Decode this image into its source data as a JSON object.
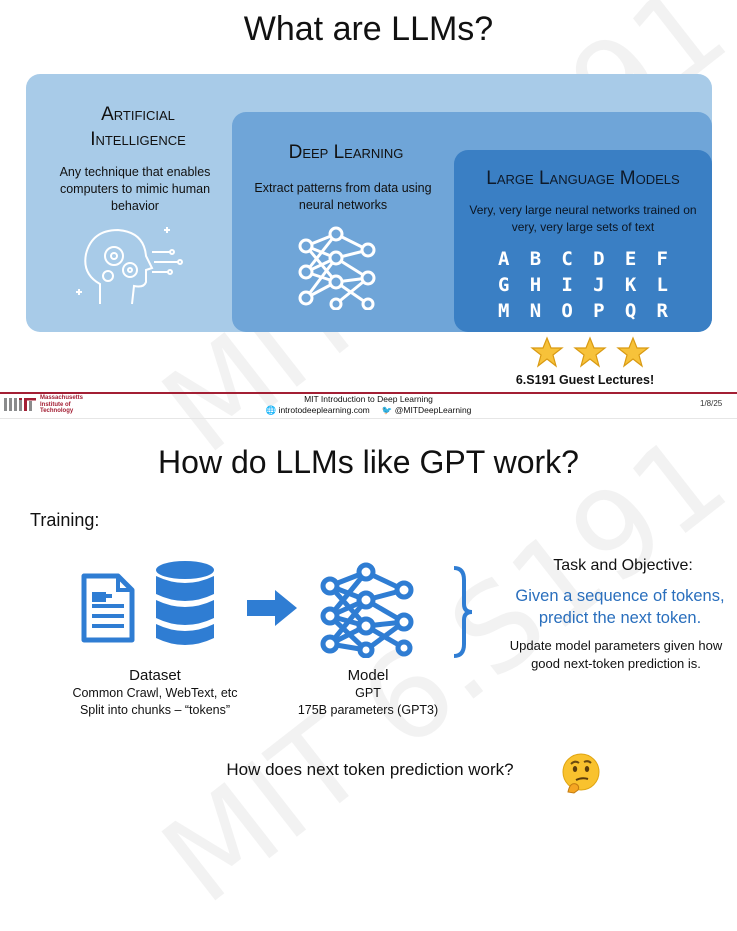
{
  "slide1": {
    "title": "What are LLMs?",
    "ai": {
      "title_line1": "Artificial",
      "title_line2": "Intelligence",
      "description": "Any technique that enables computers to mimic human behavior"
    },
    "dl": {
      "title": "Deep Learning",
      "description": "Extract patterns from data using neural networks"
    },
    "llm": {
      "title": "Large Language Models",
      "description": "Very, very large neural networks trained on very, very large sets of text",
      "letters": [
        [
          "A",
          "B",
          "C",
          "D",
          "E",
          "F"
        ],
        [
          "G",
          "H",
          "I",
          "J",
          "K",
          "L"
        ],
        [
          "M",
          "N",
          "O",
          "P",
          "Q",
          "R"
        ]
      ]
    },
    "guest": "6.S191 Guest Lectures!",
    "footer": {
      "inst_line1": "Massachusetts",
      "inst_line2": "Institute of",
      "inst_line3": "Technology",
      "course": "MIT Introduction to Deep Learning",
      "site": "introtodeeplearning.com",
      "handle": "@MITDeepLearning",
      "page": "1/8/25"
    },
    "watermark": "MIT 6.S191"
  },
  "slide2": {
    "title": "How do LLMs like GPT work?",
    "training": "Training:",
    "task_title": "Task and Objective:",
    "task_desc": "Given a sequence of tokens, predict the next token.",
    "task_update": "Update model parameters given how good next-token prediction is.",
    "dataset": {
      "title": "Dataset",
      "line1": "Common Crawl, WebText, etc",
      "line2": "Split into chunks – “tokens”"
    },
    "model": {
      "title": "Model",
      "line1": "GPT",
      "line2": "175B parameters (GPT3)"
    },
    "question": "How does next token prediction work?",
    "watermark": "MIT 6.S191"
  },
  "colors": {
    "ai_box": "#a8cbe8",
    "dl_box": "#6fa5d8",
    "llm_box": "#3a7fc4",
    "icon_blue": "#2f7dd3",
    "mit_red": "#a31f34"
  }
}
